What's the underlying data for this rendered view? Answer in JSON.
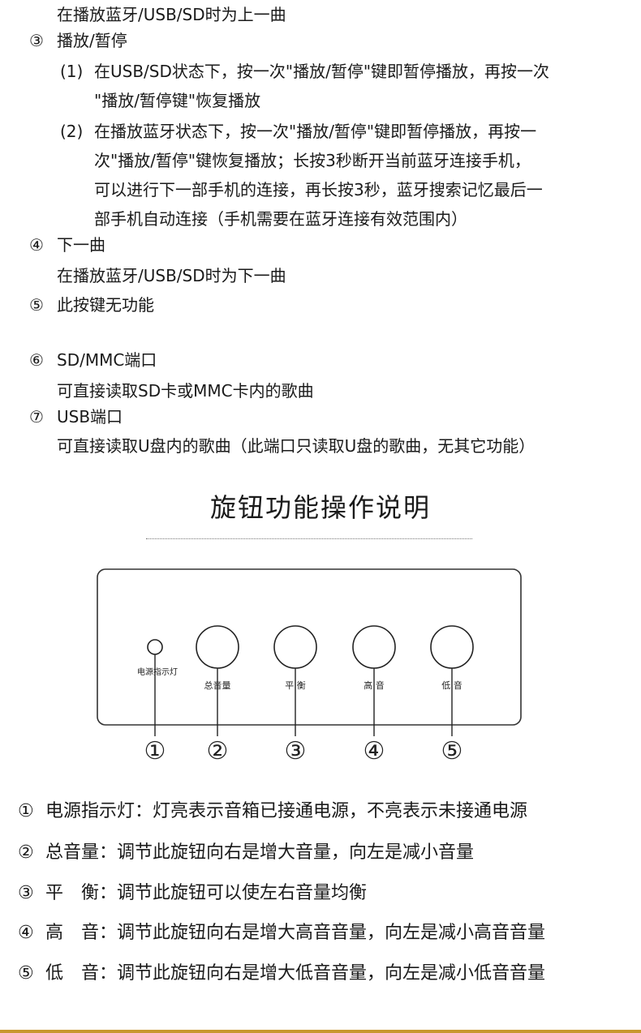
{
  "buttons_section": {
    "line_prev": "在播放蓝牙/USB/SD时为上一曲",
    "item3": {
      "num": "③",
      "title": "播放/暂停"
    },
    "item3_sub1": {
      "num": "(1)",
      "line1": "在USB/SD状态下，按一次\"播放/暂停\"键即暂停播放，再按一次",
      "line2": "\"播放/暂停键\"恢复播放"
    },
    "item3_sub2": {
      "num": "(2)",
      "line1": "在播放蓝牙状态下，按一次\"播放/暂停\"键即暂停播放，再按一",
      "line2": "次\"播放/暂停\"键恢复播放；长按3秒断开当前蓝牙连接手机，",
      "line3": "可以进行下一部手机的连接，再长按3秒，蓝牙搜索记忆最后一",
      "line4": "部手机自动连接（手机需要在蓝牙连接有效范围内）"
    },
    "item4": {
      "num": "④",
      "title": "下一曲",
      "desc": "在播放蓝牙/USB/SD时为下一曲"
    },
    "item5": {
      "num": "⑤",
      "title": "此按键无功能"
    },
    "item6": {
      "num": "⑥",
      "title": "SD/MMC端口",
      "desc": "可直接读取SD卡或MMC卡内的歌曲"
    },
    "item7": {
      "num": "⑦",
      "title": "USB端口",
      "desc": "可直接读取U盘内的歌曲（此端口只读取U盘的歌曲，无其它功能）"
    }
  },
  "knob_section": {
    "title": "旋钮功能操作说明",
    "panel": {
      "indicator_label": "电源指示灯",
      "knobs": [
        "总音量",
        "平 衡",
        "高 音",
        "低 音"
      ],
      "callouts": [
        "①",
        "②",
        "③",
        "④",
        "⑤"
      ]
    },
    "descriptions": [
      {
        "num": "①",
        "label": "电源指示灯",
        "text": "：灯亮表示音箱已接通电源，不亮表示未接通电源"
      },
      {
        "num": "②",
        "label": "总音量",
        "text": "：调节此旋钮向右是增大音量，向左是减小音量"
      },
      {
        "num": "③",
        "label": "平　衡",
        "text": "：调节此旋钮可以使左右音量均衡"
      },
      {
        "num": "④",
        "label": "高　音",
        "text": "：调节此旋钮向右是增大高音音量，向左是减小高音音量"
      },
      {
        "num": "⑤",
        "label": "低　音",
        "text": "：调节此旋钮向右是增大低音音量，向左是减小低音音量"
      }
    ]
  },
  "colors": {
    "accent_rule": "#c8972f",
    "text": "#1a1a1a"
  }
}
